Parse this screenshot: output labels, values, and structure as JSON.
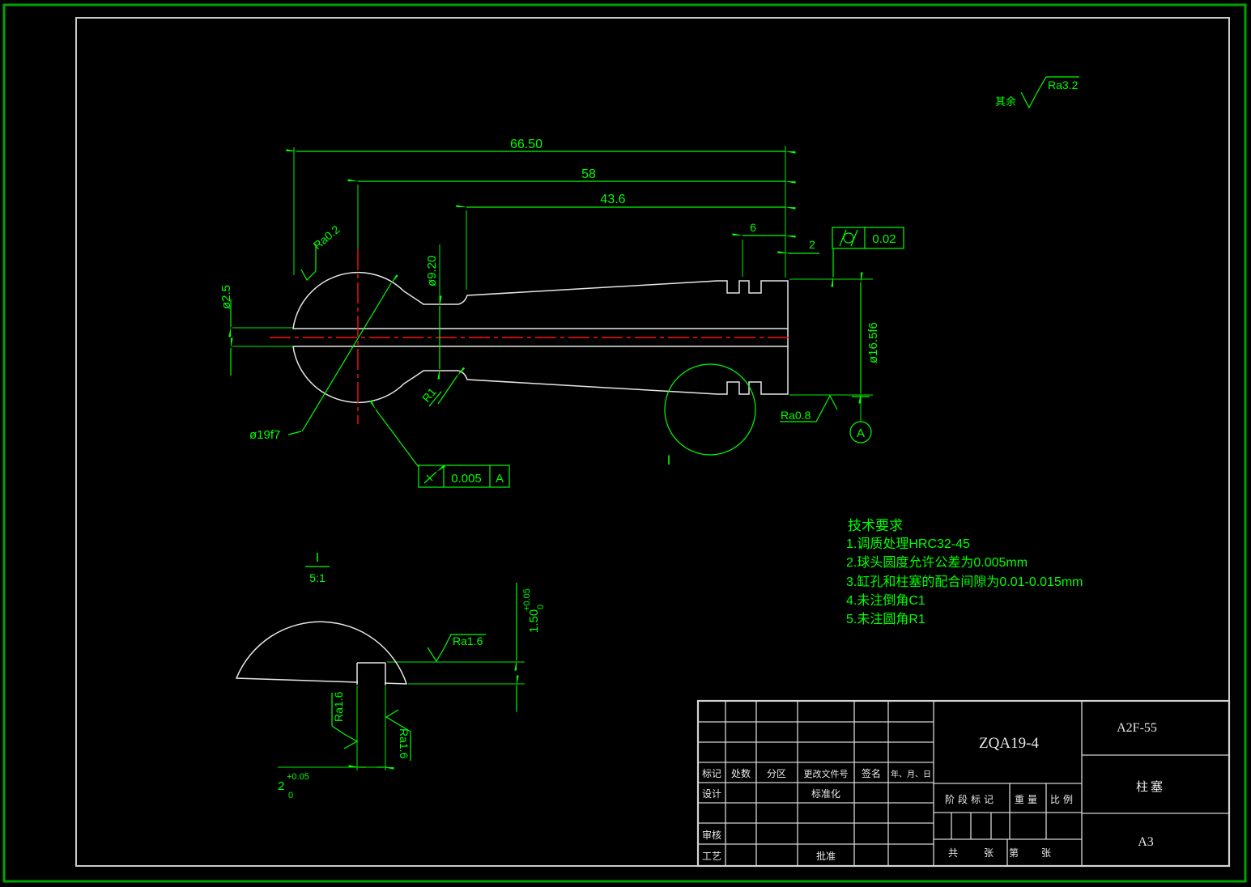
{
  "surface": {
    "default_prefix": "其余",
    "default_value": "Ra3.2",
    "ball": "Ra0.2",
    "body_end": "Ra0.8",
    "groove": "Ra1.6"
  },
  "dims": {
    "len_total": "66.50",
    "len_to_center": "58",
    "len_taper": "43.6",
    "len_end": "6",
    "len_groove": "2",
    "dia_hole": "ø2.5",
    "dia_neck": "ø9.20",
    "dia_body": "ø16.5f6",
    "dia_ball": "ø19f7",
    "radius_neck": "R1"
  },
  "gdt": {
    "cylindricity": "0.02",
    "runout": "0.005",
    "datum": "A"
  },
  "detail": {
    "view_ref": "I",
    "label": "I",
    "scale": "5:1",
    "depth_base": "1.50",
    "depth_sup": "+0.05",
    "depth_sub": "0",
    "width_base": "2",
    "width_sup": "+0.05",
    "width_sub": "0"
  },
  "notes": {
    "title": "技术要求",
    "items": [
      "1.调质处理HRC32-45",
      "2.球头圆度允许公差为0.005mm",
      "3.缸孔和柱塞的配合间隙为0.01-0.015mm",
      "4.未注倒角C1",
      "5.未注圆角R1"
    ]
  },
  "title_block": {
    "part_number": "ZQA19-4",
    "model": "A2F-55",
    "part_name": "柱塞",
    "paper": "A3",
    "cols": [
      "标记",
      "处数",
      "分区",
      "更改文件号",
      "签名",
      "年、月、日"
    ],
    "roles": {
      "design": "设计",
      "standard": "标准化",
      "check": "审核",
      "process": "工艺",
      "approve": "批准"
    },
    "stage": "阶段标记",
    "weight": "重量",
    "scale_label": "比例",
    "total": "共",
    "sheet": "张",
    "no": "第",
    "sheet2": "张"
  }
}
